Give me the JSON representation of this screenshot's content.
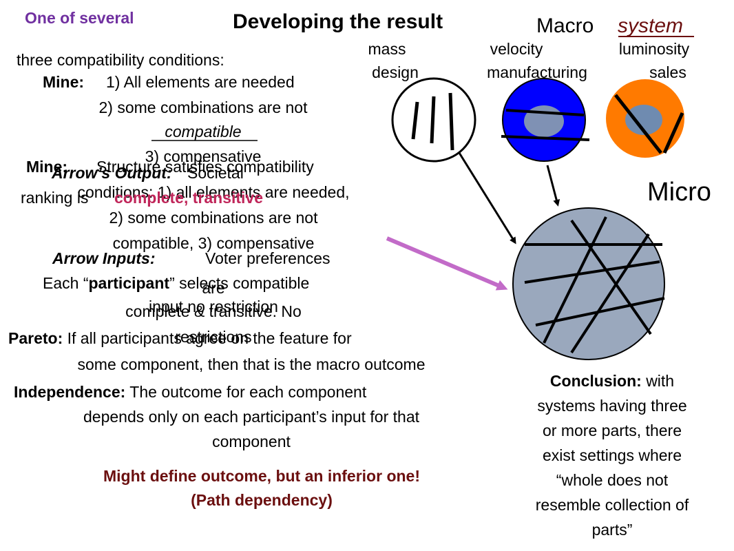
{
  "header": {
    "one_of_several": "One of several",
    "title": "Developing the result",
    "macro_word": "Macro",
    "macro_link": "system"
  },
  "attributes": {
    "row1": [
      "mass",
      "velocity",
      "luminosity"
    ],
    "row2": [
      "design",
      "manufacturing",
      "sales"
    ]
  },
  "micro_label": "Micro",
  "left": {
    "intro": "three compatibility conditions:",
    "mine1_label": "Mine:",
    "mine1_c1": "1) All elements are needed",
    "mine1_c2": "2) some combinations are not",
    "mine1_c2b": "compatible",
    "mine1_c3": "3) compensative",
    "mine2_label": "Mine:",
    "mine2_l1": "Structure satisfies compatibility",
    "mine2_l2": "conditions: 1) all elements are needed,",
    "mine2_l3": "2) some combinations are not",
    "mine2_l4": "compatible,  3) compensative",
    "arrow_output_label": "Arrow’s Output:",
    "arrow_output_text": "Societal",
    "ranking_is": "ranking is",
    "complete_transitive": "complete, transitive",
    "arrow_inputs_label": "Arrow Inputs:",
    "arrow_inputs_text": "Voter preferences",
    "are": "are",
    "complete_transitive_no": "complete & transitive.  No",
    "restrictions": "restrictions",
    "each_pre": "Each “",
    "participant": "participant",
    "each_post": "” selects compatible",
    "input_no_restriction": "input no restriction",
    "pareto_label": "Pareto:",
    "pareto_l1": "If all participants agree on the feature for",
    "pareto_l2": "some component, then that is the macro outcome",
    "indep_label": "Independence:",
    "indep_l1": "The outcome for each component",
    "indep_l2": "depends only on each participant’s input for that",
    "indep_l3": "component",
    "might_l1": "Might define outcome, but an inferior one!",
    "might_l2": "(Path dependency)"
  },
  "conclusion": {
    "label": "Conclusion:",
    "l1": "with",
    "l2": "systems having three",
    "l3": "or more parts, there",
    "l4": "exist settings where",
    "l5": "“whole does not",
    "l6": "resemble collection of",
    "l7": "parts”"
  },
  "colors": {
    "purple": "#7030a0",
    "maroon": "#6b0f0f",
    "crimson": "#c0265a",
    "blue": "#0000ff",
    "orange": "#ff7a00",
    "inner_grey": "#6f8bb0",
    "big_circle": "#9aa8bd",
    "magenta_arrow": "#c26bc8"
  }
}
